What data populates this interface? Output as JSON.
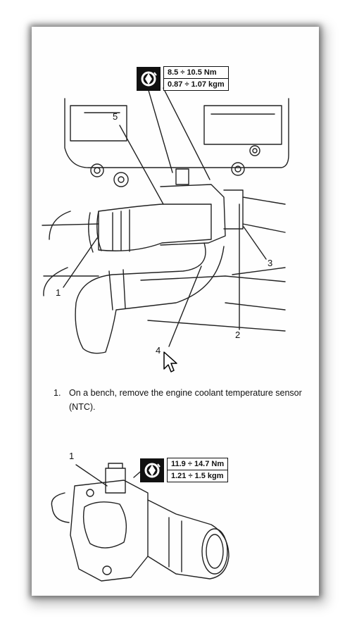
{
  "figure1": {
    "torque_line1": "8.5 ÷ 10.5 Nm",
    "torque_line2": "0.87 ÷ 1.07 kgm",
    "callouts": [
      "1",
      "2",
      "3",
      "4",
      "5"
    ]
  },
  "instruction": {
    "number": "1.",
    "text": "On a bench, remove the engine coolant temperature sensor (NTC)."
  },
  "figure2": {
    "torque_line1": "11.9 ÷ 14.7 Nm",
    "torque_line2": "1.21 ÷ 1.5 kgm",
    "callouts": [
      "1"
    ]
  },
  "icons": [
    "torque-wrench-icon",
    "mouse-cursor-icon"
  ]
}
